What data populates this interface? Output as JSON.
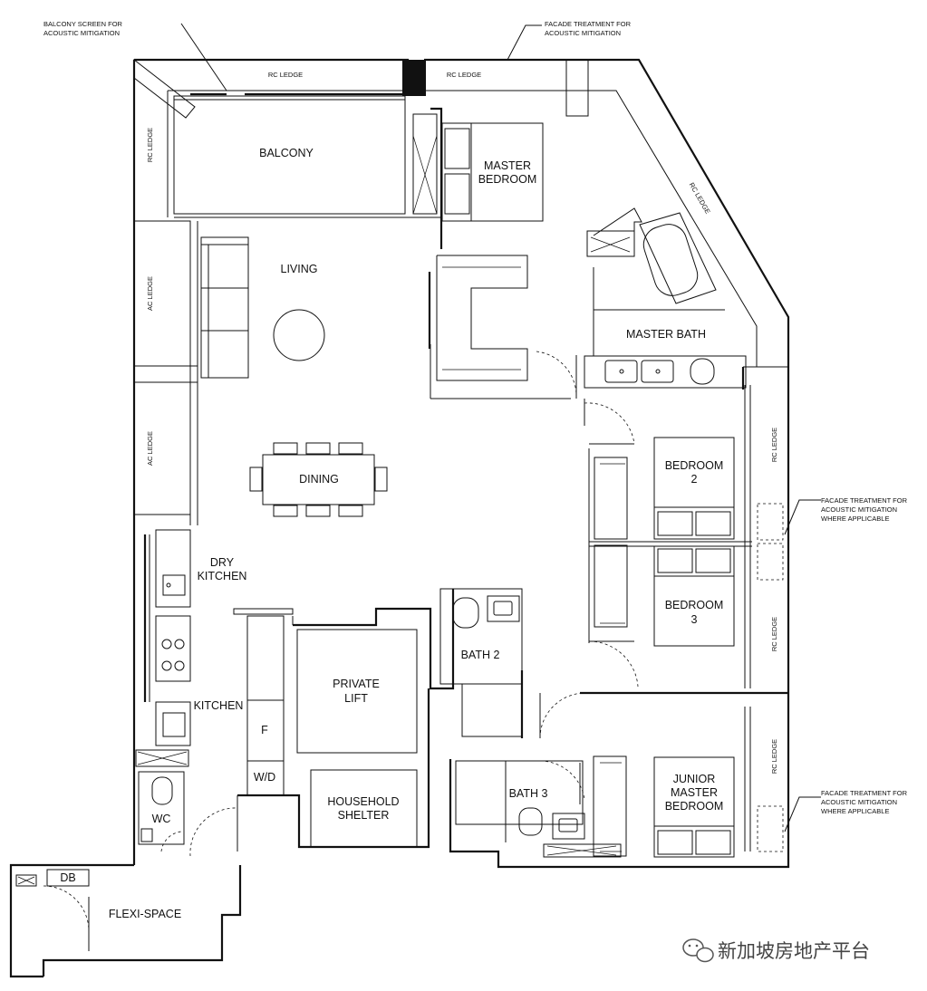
{
  "rooms": {
    "balcony": "BALCONY",
    "master_bedroom_1": "MASTER",
    "master_bedroom_2": "BEDROOM",
    "living": "LIVING",
    "master_bath": "MASTER BATH",
    "dining": "DINING",
    "bedroom2_1": "BEDROOM",
    "bedroom2_2": "2",
    "dry_kitchen_1": "DRY",
    "dry_kitchen_2": "KITCHEN",
    "bedroom3_1": "BEDROOM",
    "bedroom3_2": "3",
    "bath2": "BATH 2",
    "private_lift_1": "PRIVATE",
    "private_lift_2": "LIFT",
    "kitchen": "KITCHEN",
    "fridge": "F",
    "washer_dryer": "W/D",
    "junior_1": "JUNIOR",
    "junior_2": "MASTER",
    "junior_3": "BEDROOM",
    "bath3": "BATH 3",
    "household_shelter_1": "HOUSEHOLD",
    "household_shelter_2": "SHELTER",
    "wc": "WC",
    "db": "DB",
    "flexi_space": "FLEXI-SPACE"
  },
  "ledges": {
    "rc_top_left": "RC LEDGE",
    "rc_top_right": "RC LEDGE",
    "rc_left_balcony": "RC LEDGE",
    "ac_ledge_1": "AC LEDGE",
    "ac_ledge_2": "AC LEDGE",
    "rc_diagonal": "RC LEDGE",
    "rc_right_1": "RC LEDGE",
    "rc_right_2": "RC LEDGE",
    "rc_right_3": "RC LEDGE"
  },
  "callouts": {
    "balcony_screen_1": "BALCONY SCREEN FOR",
    "balcony_screen_2": "ACOUSTIC MITIGATION",
    "facade_top_1": "FACADE TREATMENT FOR",
    "facade_top_2": "ACOUSTIC MITIGATION",
    "facade_mid_1": "FACADE TREATMENT FOR",
    "facade_mid_2": "ACOUSTIC MITIGATION",
    "facade_mid_3": "WHERE APPLICABLE",
    "facade_low_1": "FACADE TREATMENT FOR",
    "facade_low_2": "ACOUSTIC MITIGATION",
    "facade_low_3": "WHERE APPLICABLE"
  },
  "watermark": "新加坡房地产平台",
  "colors": {
    "line": "#111111",
    "background": "#ffffff"
  }
}
